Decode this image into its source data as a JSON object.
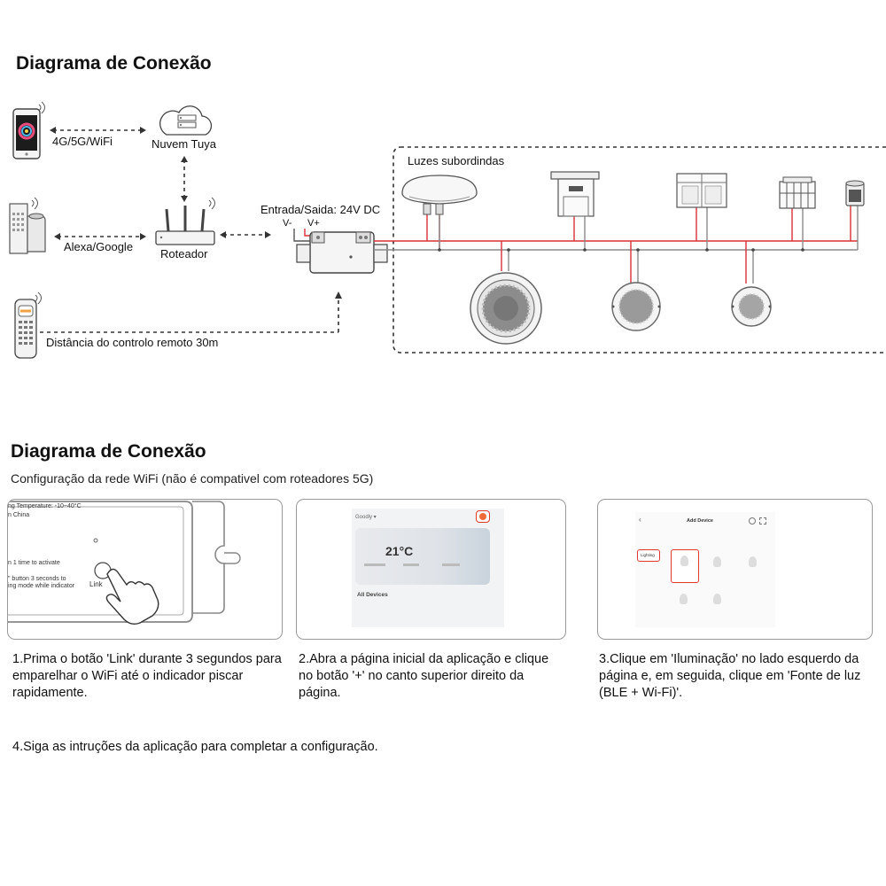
{
  "section1": {
    "title": "Diagrama de Conexão",
    "labels": {
      "wifi": "4G/5G/WiFi",
      "cloud": "Nuvem Tuya",
      "router": "Roteador",
      "alexa": "Alexa/Google",
      "power": "Entrada/Saida: 24V DC",
      "v_minus": "V-",
      "v_plus": "V+",
      "remote": "Distância do controlo remoto 30m",
      "slave_lights": "Luzes subordindas"
    },
    "colors": {
      "wire_red": "#d9303a",
      "wire_gray": "#8a8a8a",
      "dash": "#333333"
    }
  },
  "section2": {
    "title": "Diagrama de Conexão",
    "subtitle": "Configuração da rede WiFi (não é compativel com roteadores 5G)",
    "card1": {
      "lines": [
        "ng Temperature: -10~40°C",
        "n China",
        "n 1 time to activate",
        "\" button 3 seconds to",
        "ing mode while indicator"
      ],
      "link": "Link"
    },
    "card2": {
      "header": "Goodly ▾",
      "temp": "21°C",
      "devices": "All Devices"
    },
    "card3": {
      "header": "Add Device",
      "category": "Lighting"
    },
    "steps": [
      "1.Prima o botão 'Link' durante 3 segundos para emparelhar o WiFi até o indicador piscar rapidamente.",
      "2.Abra a página inicial da aplicação e clique no botão '+' no canto superior direito da página.",
      "3.Clique em 'Iluminação' no lado esquerdo da página e, em seguida, clique em 'Fonte de luz (BLE + Wi-Fi)'.",
      "4.Siga as intruções da aplicação para completar a configuração."
    ]
  }
}
